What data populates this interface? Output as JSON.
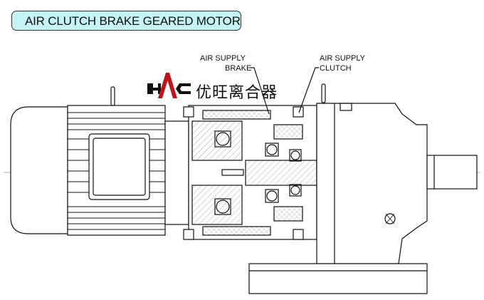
{
  "title": "AIR CLUTCH BRAKE GEARED MOTOR",
  "labels": {
    "brake_line1": "AIR SUPPLY",
    "brake_line2": "BRAKE",
    "clutch_line1": "AIR SUPPLY",
    "clutch_line2": "CLUTCH"
  },
  "logo": {
    "letters": "HAC",
    "chinese": "优旺离合器",
    "accent": "#c0141c"
  }
}
